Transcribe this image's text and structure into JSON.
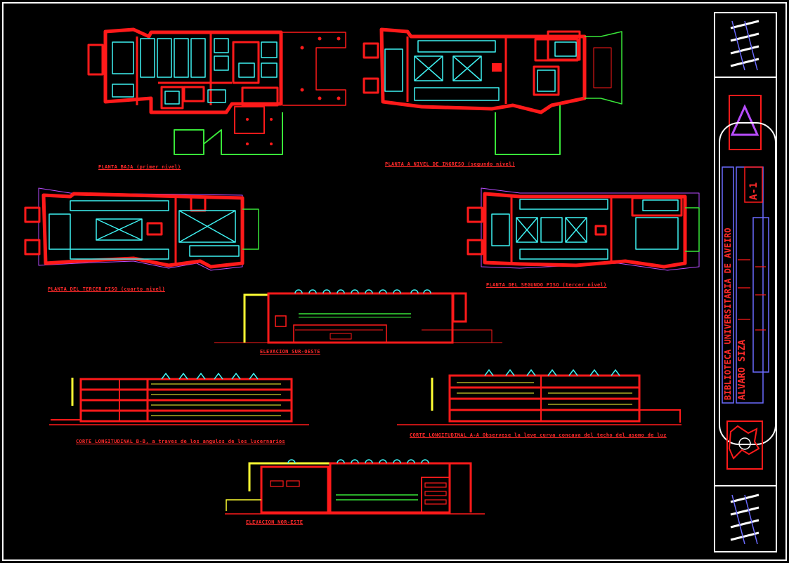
{
  "drawing": {
    "colors": {
      "background": "#000000",
      "wall": "#ff1a1a",
      "furniture": "#3ff2f2",
      "site": "#39e639",
      "section_line": "#ffff33",
      "frame": "#ffffff",
      "detail": "#b84dff"
    },
    "plans": {
      "ground": "PLANTA BAJA (primer nivel)",
      "entrance": "PLANTA A NIVEL DE INGRESO (segundo nivel)",
      "fourth": "PLANTA DEL TERCER PISO (cuarto nivel)",
      "third": "PLANTA DEL SEGUNDO PISO (tercer nivel)"
    },
    "elevations": {
      "sw": "ELEVACION SUR-OESTE",
      "ne": "ELEVACION NOR-ESTE"
    },
    "sections": {
      "bb": "CORTE LONGITUDINAL B-B, a traves de los angulos de los lucernarios",
      "aa": "CORTE LONGITUDINAL A-A Observese la leve curva concava del techo del asomo de luz"
    }
  },
  "title_block": {
    "project": "BIBLIOTECA UNIVERSITARIA DE AVEIRO",
    "architect": "ALVARO SIZA",
    "sheet": "A-1"
  }
}
